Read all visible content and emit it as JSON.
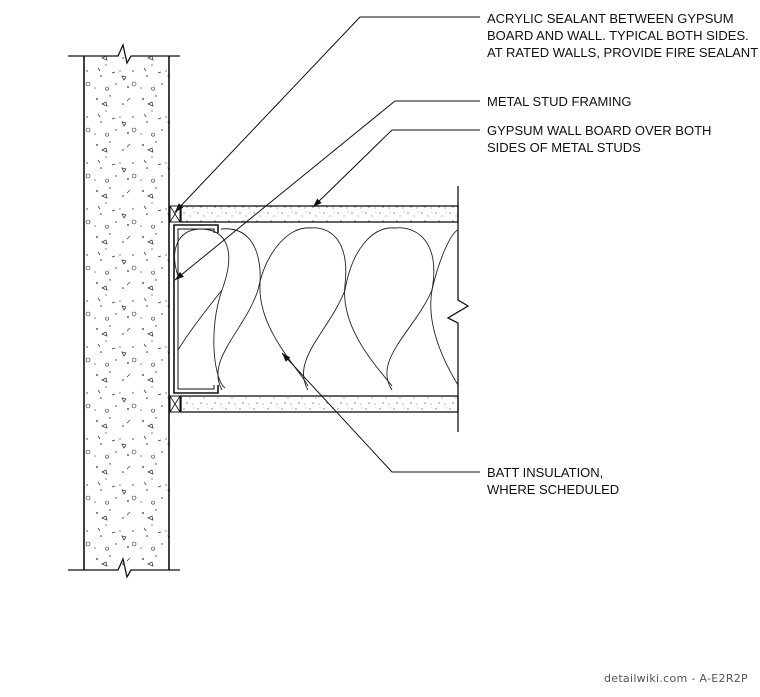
{
  "annotations": {
    "sealant": [
      "ACRYLIC SEALANT BETWEEN GYPSUM",
      "BOARD AND WALL. TYPICAL BOTH SIDES.",
      "AT RATED WALLS, PROVIDE FIRE SEALANT"
    ],
    "stud": [
      "METAL STUD FRAMING"
    ],
    "gypsum": [
      "GYPSUM WALL BOARD OVER BOTH",
      "SIDES OF METAL STUDS"
    ],
    "insulation": [
      "BATT INSULATION,",
      "WHERE SCHEDULED"
    ]
  },
  "credit": "detailwiki.com - A-E2R2P"
}
